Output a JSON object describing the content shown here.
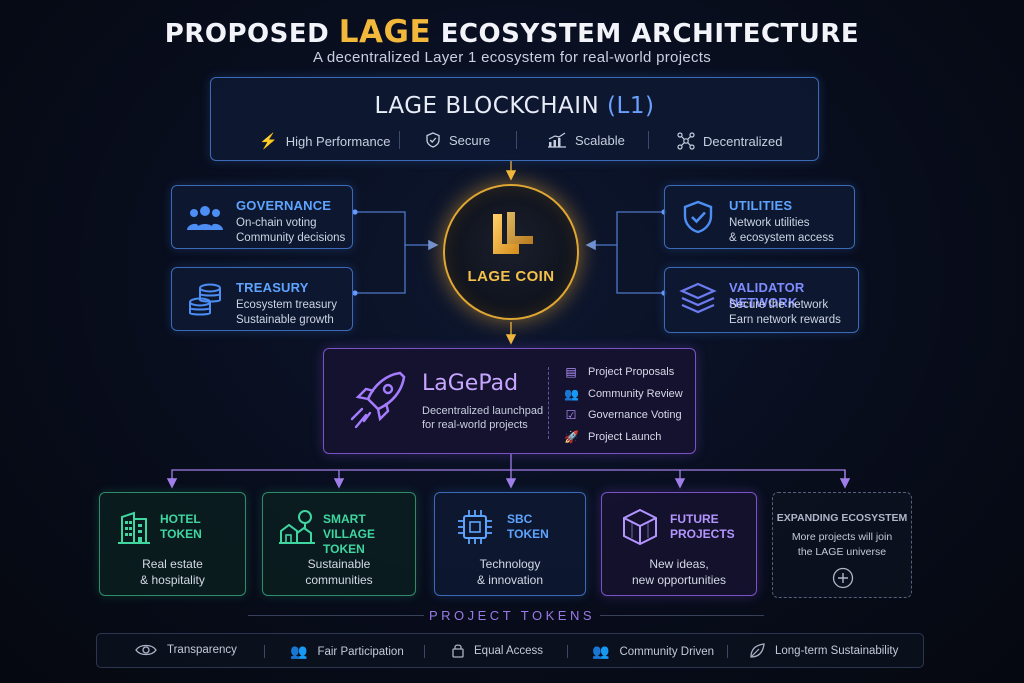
{
  "header": {
    "title_prefix": "PROPOSED",
    "title_accent": "LAGE",
    "title_suffix": "ECOSYSTEM ARCHITECTURE",
    "subtitle": "A decentralized Layer 1 ecosystem for real-world projects"
  },
  "blockchain": {
    "title": "LAGE BLOCKCHAIN",
    "title_paren": "(L1)",
    "features": [
      {
        "label": "High Performance",
        "icon": "lightning-icon"
      },
      {
        "label": "Secure",
        "icon": "shield-icon"
      },
      {
        "label": "Scalable",
        "icon": "growth-chart-icon"
      },
      {
        "label": "Decentralized",
        "icon": "network-nodes-icon"
      }
    ]
  },
  "left_nodes": [
    {
      "title": "GOVERNANCE",
      "line1": "On-chain voting",
      "line2": "Community decisions",
      "icon": "people-group-icon"
    },
    {
      "title": "TREASURY",
      "line1": "Ecosystem treasury",
      "line2": "Sustainable growth",
      "icon": "coin-stack-icon"
    }
  ],
  "right_nodes": [
    {
      "title": "UTILITIES",
      "line1": "Network utilities",
      "line2": "& ecosystem access",
      "icon": "shield-check-icon"
    },
    {
      "title": "VALIDATOR NETWORK",
      "line1": "Secure the network",
      "line2": "Earn network rewards",
      "icon": "layers-icon"
    }
  ],
  "coin": {
    "label": "LAGE COIN",
    "icon": "lage-logo-icon",
    "accent": "#f2b83c"
  },
  "launchpad": {
    "name": "LaGePad",
    "desc1": "Decentralized launchpad",
    "desc2": "for real-world projects",
    "steps": [
      {
        "label": "Project Proposals",
        "icon": "document-icon"
      },
      {
        "label": "Community Review",
        "icon": "people-icon"
      },
      {
        "label": "Governance Voting",
        "icon": "checkbox-icon"
      },
      {
        "label": "Project Launch",
        "icon": "rocket-icon"
      }
    ]
  },
  "tokens": [
    {
      "title1": "HOTEL",
      "title2": "TOKEN",
      "desc1": "Real estate",
      "desc2": "& hospitality",
      "color": "#3fd6a0",
      "icon": "hotel-building-icon"
    },
    {
      "title1": "SMART VILLAGE",
      "title2": "TOKEN",
      "desc1": "Sustainable",
      "desc2": "communities",
      "color": "#3fd6a0",
      "icon": "village-icon"
    },
    {
      "title1": "SBC",
      "title2": "TOKEN",
      "desc1": "Technology",
      "desc2": "& innovation",
      "color": "#5ea4ff",
      "icon": "chip-icon"
    },
    {
      "title1": "FUTURE",
      "title2": "PROJECTS",
      "desc1": "New ideas,",
      "desc2": "new opportunities",
      "color": "#b395ff",
      "icon": "cube-icon"
    }
  ],
  "expanding": {
    "title": "EXPANDING ECOSYSTEM",
    "line1": "More projects will join",
    "line2": "the LAGE universe",
    "icon": "plus-circle-icon"
  },
  "section_label": "PROJECT TOKENS",
  "footer": [
    {
      "label": "Transparency",
      "icon": "eye-icon"
    },
    {
      "label": "Fair Participation",
      "icon": "people-icon"
    },
    {
      "label": "Equal Access",
      "icon": "lock-icon"
    },
    {
      "label": "Community Driven",
      "icon": "community-icon"
    },
    {
      "label": "Long-term Sustainability",
      "icon": "leaf-icon"
    }
  ]
}
